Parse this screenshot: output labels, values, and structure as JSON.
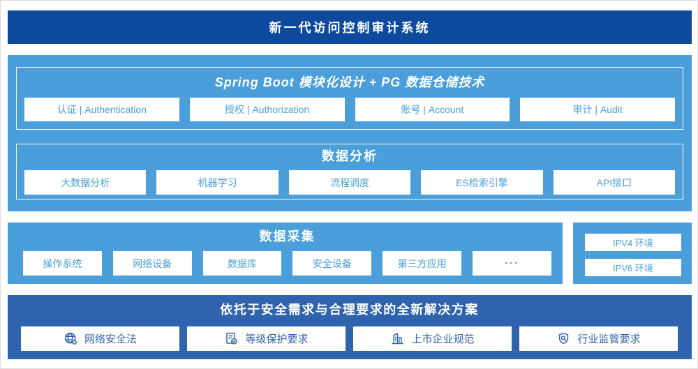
{
  "banner": {
    "title": "新一代访问控制审计系统"
  },
  "platform": {
    "modules": {
      "title": "Spring Boot 模块化设计 + PG 数据仓储技术",
      "items": [
        "认证 | Authentication",
        "授权 | Authorization",
        "账号 | Account",
        "审计 | Audit"
      ]
    },
    "analysis": {
      "title": "数据分析",
      "items": [
        "大数据分析",
        "机器学习",
        "流程调度",
        "ES检索引擎",
        "API接口"
      ]
    }
  },
  "collection": {
    "title": "数据采集",
    "items": [
      "操作系统",
      "网络设备",
      "数据库",
      "安全设备",
      "第三方应用",
      "···"
    ]
  },
  "environments": {
    "items": [
      "IPV4 环境",
      "IPV6 环境"
    ]
  },
  "solution": {
    "title": "依托于安全需求与合理要求的全新解决方案",
    "items": [
      {
        "icon": "globe-icon",
        "label": "网络安全法"
      },
      {
        "icon": "document-check-icon",
        "label": "等级保护要求"
      },
      {
        "icon": "building-icon",
        "label": "上市企业规范"
      },
      {
        "icon": "shield-search-icon",
        "label": "行业监管要求"
      }
    ]
  },
  "colors": {
    "banner_blue": "#0d4a9e",
    "sky_blue": "#4a9fda",
    "solution_blue": "#2f63ad",
    "box_background": "#ffffff"
  }
}
